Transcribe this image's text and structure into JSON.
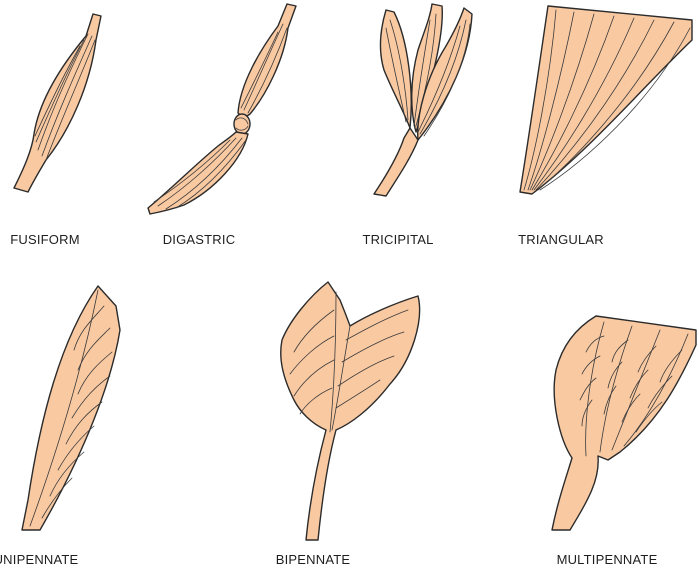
{
  "colors": {
    "muscle_fill": "#f9c9a2",
    "outline": "#2b2b2b",
    "label_text": "#1e1e1e",
    "background": "#ffffff"
  },
  "muscles": [
    {
      "key": "fusiform",
      "label": "FUSIFORM"
    },
    {
      "key": "digastric",
      "label": "DIGASTRIC"
    },
    {
      "key": "tricipital",
      "label": "TRICIPITAL"
    },
    {
      "key": "triangular",
      "label": "TRIANGULAR"
    },
    {
      "key": "unipennate",
      "label": "UNIPENNATE"
    },
    {
      "key": "bipennate",
      "label": "BIPENNATE"
    },
    {
      "key": "multipennate",
      "label": "MULTIPENNATE"
    }
  ]
}
